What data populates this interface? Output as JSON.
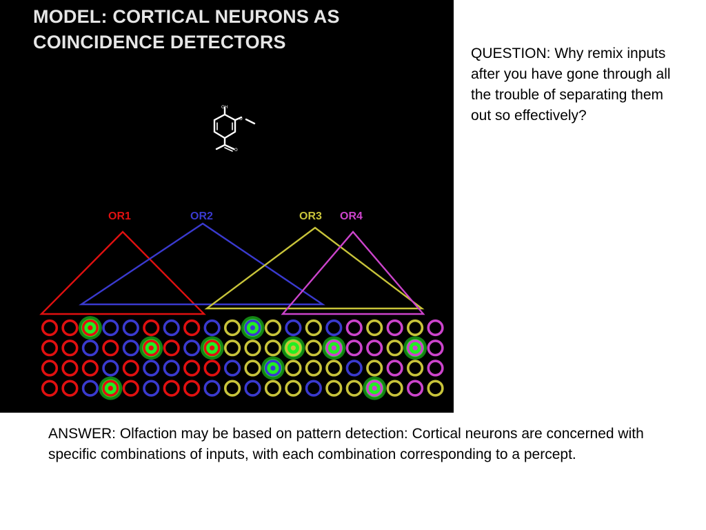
{
  "diagram": {
    "title": "MODEL:  CORTICAL NEURONS AS COINCIDENCE DETECTORS",
    "molecule": {
      "atom_labels": [
        "OH",
        "O",
        "O"
      ]
    },
    "receptors": [
      {
        "name": "OR1",
        "color": "#e01010"
      },
      {
        "name": "OR2",
        "color": "#3a3acf"
      },
      {
        "name": "OR3",
        "color": "#c8c43a"
      },
      {
        "name": "OR4",
        "color": "#cc44cc"
      }
    ],
    "grid": {
      "highlight_color": "#22ee22",
      "rows": [
        [
          "OR1",
          "OR1",
          "OR1",
          "OR2",
          "OR2",
          "OR1",
          "OR2",
          "OR1",
          "OR2",
          "OR3",
          "OR2",
          "OR3",
          "OR2",
          "OR3",
          "OR2",
          "OR4",
          "OR3",
          "OR4",
          "OR3",
          "OR4"
        ],
        [
          "OR1",
          "OR1",
          "OR2",
          "OR1",
          "OR2",
          "OR1",
          "OR1",
          "OR2",
          "OR1",
          "OR3",
          "OR3",
          "OR3",
          "OR3",
          "OR3",
          "OR4",
          "OR4",
          "OR4",
          "OR3",
          "OR4",
          "OR4"
        ],
        [
          "OR1",
          "OR1",
          "OR1",
          "OR2",
          "OR1",
          "OR2",
          "OR2",
          "OR1",
          "OR1",
          "OR2",
          "OR3",
          "OR2",
          "OR3",
          "OR3",
          "OR3",
          "OR2",
          "OR3",
          "OR4",
          "OR3",
          "OR4"
        ],
        [
          "OR1",
          "OR1",
          "OR2",
          "OR1",
          "OR1",
          "OR2",
          "OR1",
          "OR1",
          "OR2",
          "OR3",
          "OR2",
          "OR3",
          "OR3",
          "OR2",
          "OR3",
          "OR3",
          "OR4",
          "OR3",
          "OR4",
          "OR3"
        ]
      ],
      "active": [
        [
          0,
          2
        ],
        [
          0,
          10
        ],
        [
          1,
          5
        ],
        [
          1,
          8
        ],
        [
          1,
          12
        ],
        [
          1,
          14
        ],
        [
          1,
          18
        ],
        [
          2,
          11
        ],
        [
          3,
          3
        ],
        [
          3,
          16
        ]
      ]
    }
  },
  "question": "QUESTION: Why remix inputs after you have gone through all the trouble of separating them out so effectively?",
  "answer": "ANSWER: Olfaction may be based on pattern detection: Cortical neurons are concerned with specific combinations of inputs, with each combination corresponding to a percept."
}
